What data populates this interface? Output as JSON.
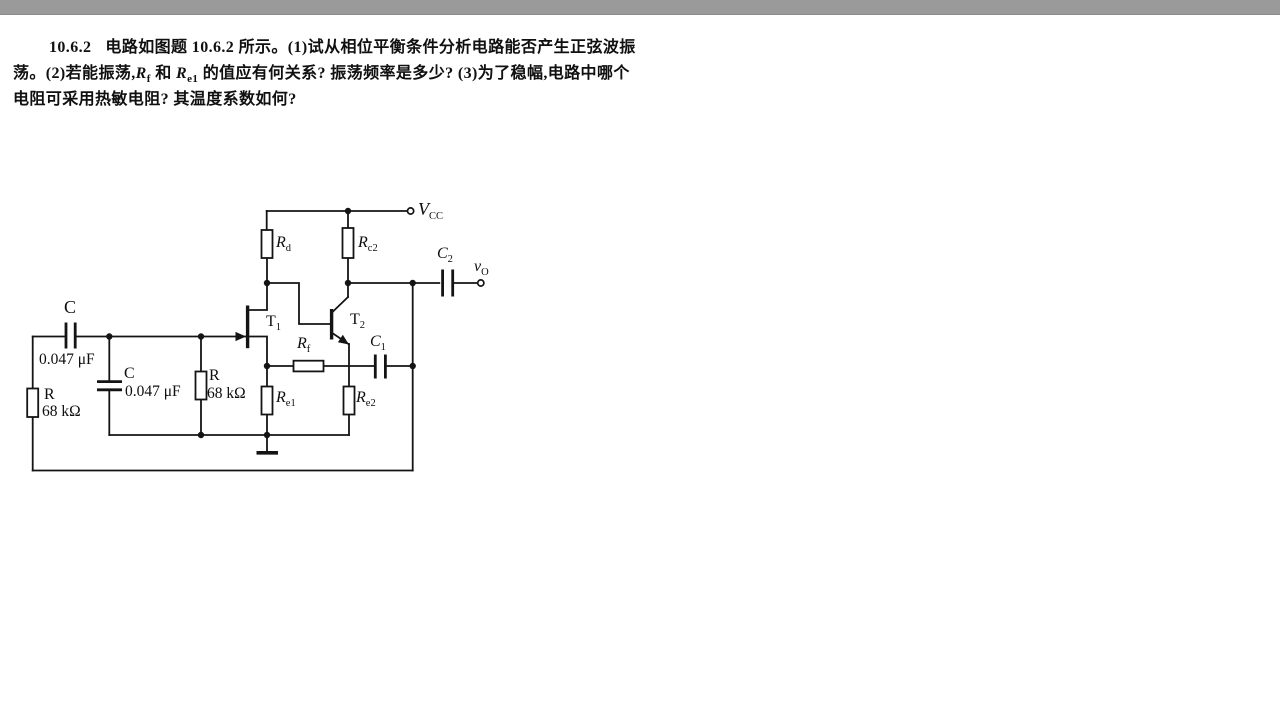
{
  "page": {
    "top_bar_color": "#9a9a9a",
    "background": "#ffffff"
  },
  "problem": {
    "number": "10.6.2",
    "line1_body": "电路如图题 10.6.2 所示。(1)试从相位平衡条件分析电路能否产生正弦波振",
    "line2_pre": "荡。(2)若能振荡,",
    "rf_base": "R",
    "rf_sub": "f",
    "line2_mid": " 和 ",
    "re1_base": "R",
    "re1_sub": "e1",
    "line2_post": " 的值应有何关系? 振荡频率是多少? (3)为了稳幅,电路中哪个",
    "line3": "电阻可采用热敏电阻? 其温度系数如何?"
  },
  "circuit": {
    "vcc": {
      "base": "V",
      "sub": "CC"
    },
    "vo": {
      "base": "v",
      "sub": "O"
    },
    "rd": {
      "base": "R",
      "sub": "d"
    },
    "rc2": {
      "base": "R",
      "sub": "c2"
    },
    "c2": {
      "base": "C",
      "sub": "2"
    },
    "c1": {
      "base": "C",
      "sub": "1"
    },
    "t1": {
      "base": "T",
      "sub": "1"
    },
    "t2": {
      "base": "T",
      "sub": "2"
    },
    "rf": {
      "base": "R",
      "sub": "f"
    },
    "re1": {
      "base": "R",
      "sub": "e1"
    },
    "re2": {
      "base": "R",
      "sub": "e2"
    },
    "cap_top": {
      "name": "C",
      "value": "0.047 μF"
    },
    "cap_mid": {
      "name": "C",
      "value": "0.047 μF"
    },
    "res_left": {
      "name": "R",
      "value": "68 kΩ"
    },
    "res_mid": {
      "name": "R",
      "value": "68 kΩ"
    }
  }
}
